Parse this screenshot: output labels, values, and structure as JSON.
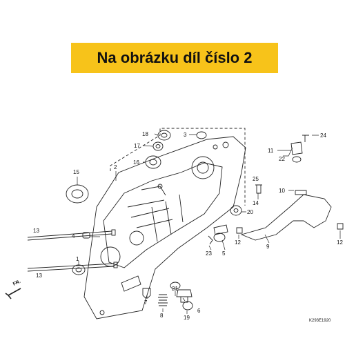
{
  "banner": {
    "text": "Na obrázku díl číslo 2",
    "background": "#f7c31a"
  },
  "diagram_code": "K293E1920",
  "front_marker": "FR.",
  "callouts": {
    "c1": "1",
    "c2": "2",
    "c3": "3",
    "c4": "4",
    "c5": "5",
    "c6": "6",
    "c7": "7",
    "c8": "8",
    "c9": "9",
    "c10": "10",
    "c11": "11",
    "c12a": "12",
    "c12b": "12",
    "c13a": "13",
    "c13b": "13",
    "c14": "14",
    "c15": "15",
    "c16": "16",
    "c17": "17",
    "c18": "18",
    "c19": "19",
    "c20": "20",
    "c21": "21",
    "c22": "22",
    "c23": "23",
    "c24": "24",
    "c25": "25"
  }
}
